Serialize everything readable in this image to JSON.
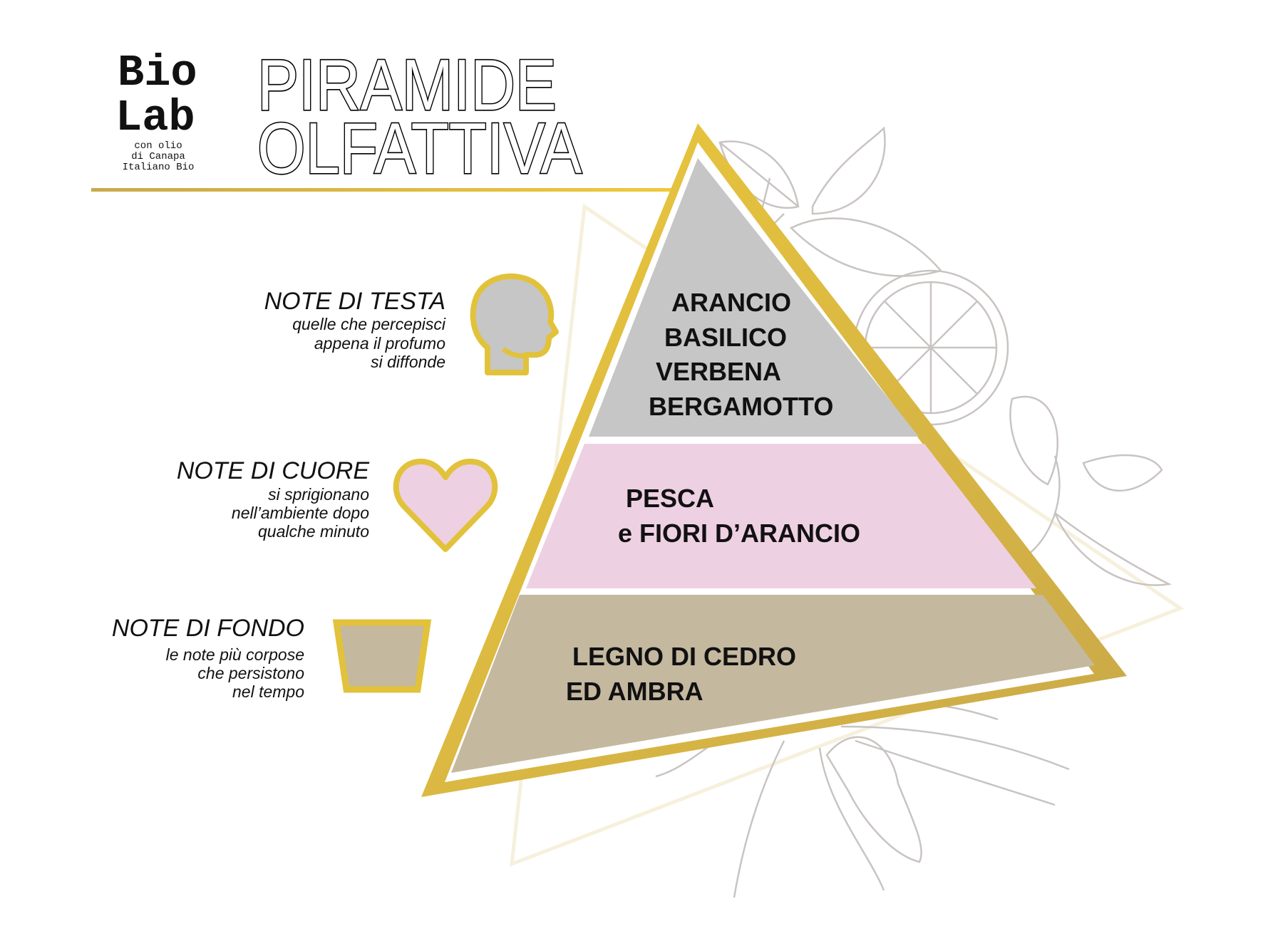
{
  "logo": {
    "line1": "Bio",
    "line2": "Lab",
    "sub1": "con olio",
    "sub2": "di Canapa",
    "sub3": "Italiano Bio"
  },
  "title": {
    "line1": "PIRAMIDE",
    "line2": "OLFATTIVA"
  },
  "notes": [
    {
      "title": "NOTE DI TESTA",
      "desc": [
        "quelle che percepisci",
        "appena il profumo",
        "si diffonde"
      ],
      "icon": "head-icon"
    },
    {
      "title": "NOTE DI CUORE",
      "desc": [
        "si sprigionano",
        "nell’ambiente dopo",
        "qualche minuto"
      ],
      "icon": "heart-icon"
    },
    {
      "title": "NOTE DI FONDO",
      "desc": [
        "le note più corpose",
        "che persistono",
        "nel tempo"
      ],
      "icon": "cup-icon"
    }
  ],
  "pyramid": {
    "top": [
      "ARANCIO",
      "BASILICO",
      "VERBENA",
      "BERGAMOTTO"
    ],
    "middle": [
      "PESCA",
      "e FIORI D’ARANCIO"
    ],
    "bottom": [
      "LEGNO DI CEDRO",
      "ED AMBRA"
    ]
  },
  "colors": {
    "gold": "#e2c23b",
    "gray": "#c6c6c6",
    "pink": "#eed0e3",
    "beige": "#c4b89f"
  }
}
